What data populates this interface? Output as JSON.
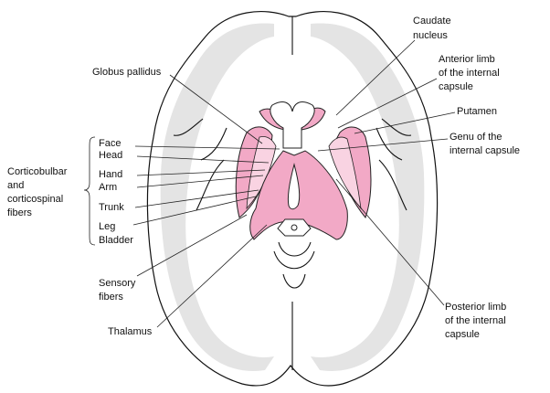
{
  "labels": {
    "caudate": [
      "Caudate",
      "nucleus"
    ],
    "anterior_limb": [
      "Anterior limb",
      "of the internal",
      "capsule"
    ],
    "globus_pallidus": "Globus pallidus",
    "putamen": "Putamen",
    "genu": [
      "Genu of the",
      "internal capsule"
    ],
    "fibers_group": [
      "Corticobulbar",
      "and",
      "corticospinal",
      "fibers"
    ],
    "fibers": [
      "Face",
      "Head",
      "Hand",
      "Arm",
      "Trunk",
      "Leg",
      "Bladder"
    ],
    "sensory": [
      "Sensory",
      "fibers"
    ],
    "thalamus": "Thalamus",
    "posterior_limb": [
      "Posterior limb",
      "of the internal",
      "capsule"
    ]
  },
  "colors": {
    "structure": "#f2a9c6",
    "capsule": "#f9d3e2",
    "gray_matter": "#e4e4e4"
  }
}
